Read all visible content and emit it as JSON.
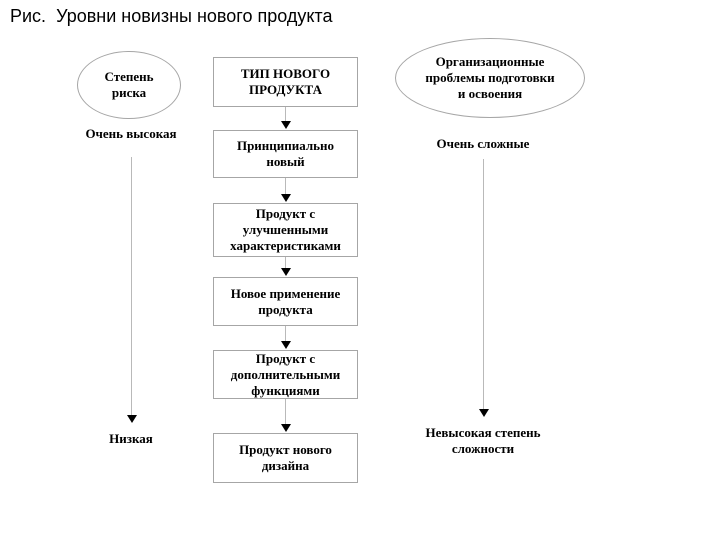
{
  "title": "Рис.  Уровни новизны нового продукта",
  "colors": {
    "background": "#ffffff",
    "shape_border": "#a6a6a6",
    "arrow_line": "#b9b9b9",
    "arrowhead": "#000000",
    "text": "#000000"
  },
  "left_column": {
    "ellipse_label": "Степень\nриска",
    "top_label": "Очень высокая",
    "bottom_label": "Низкая"
  },
  "center_column": {
    "header": "ТИП НОВОГО\nПРОДУКТА",
    "boxes": [
      "Принципиально\nновый",
      "Продукт с\nулучшенными\nхарактеристиками",
      "Новое применение\nпродукта",
      "Продукт с\nдополнительными\nфункциями",
      "Продукт нового\nдизайна"
    ]
  },
  "right_column": {
    "ellipse_label": "Организационные\nпроблемы подготовки\nи освоения",
    "top_label": "Очень сложные",
    "bottom_label": "Невысокая степень\nсложности"
  }
}
